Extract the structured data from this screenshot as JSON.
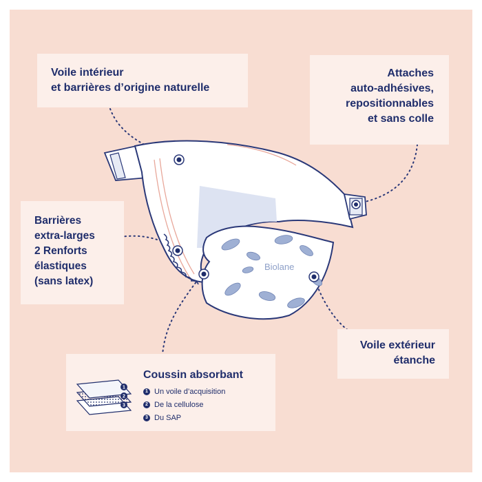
{
  "labels": {
    "inner_veil": [
      "Voile intérieur",
      "et barrières d’origine naturelle"
    ],
    "fasteners": [
      "Attaches",
      "auto-adhésives,",
      "repositionnables",
      "et sans colle"
    ],
    "barriers": [
      "Barrières",
      "extra-larges",
      "2 Renforts",
      "élastiques",
      "(sans latex)"
    ],
    "outer_veil": [
      "Voile extérieur",
      "étanche"
    ]
  },
  "cushion": {
    "title": "Coussin absorbant",
    "items": [
      {
        "num": "1",
        "text": "Un voile d’acquisition"
      },
      {
        "num": "2",
        "text": "De la cellulose"
      },
      {
        "num": "3",
        "text": "Du SAP"
      }
    ],
    "layer_numbers": [
      "1",
      "2",
      "3"
    ]
  },
  "brand": "Biolane",
  "colors": {
    "background": "#f8ddd2",
    "label_box": "#fcefea",
    "text": "#1f2d6b",
    "diaper_fill": "#ffffff",
    "diaper_outline": "#2a3878",
    "pattern": "#7f93bf"
  }
}
